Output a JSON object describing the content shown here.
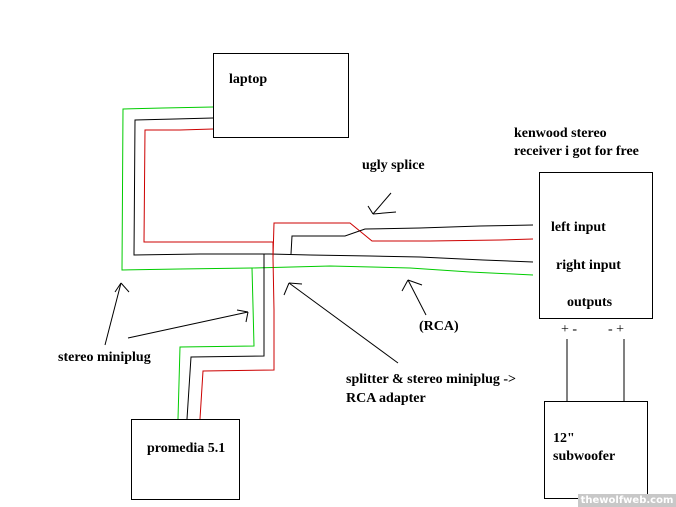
{
  "title": "Laptop, Promedia 5.1 and Kenwood receiver wiring diagram",
  "colors": {
    "wire_green": "#00cc00",
    "wire_black": "#000000",
    "wire_red": "#cc0000",
    "background": "#ffffff"
  },
  "devices": {
    "laptop": {
      "label": "laptop"
    },
    "receiver": {
      "caption_line1": "kenwood stereo",
      "caption_line2": "receiver i got for free",
      "left_input": "left input",
      "right_input": "right input",
      "outputs": "outputs",
      "terminal_left": "+ -",
      "terminal_right": "- +"
    },
    "promedia": {
      "label": "promedia 5.1"
    },
    "subwoofer": {
      "line1": "12\"",
      "line2": "subwoofer"
    }
  },
  "annotations": {
    "ugly_splice": "ugly splice",
    "rca": "(RCA)",
    "stereo_miniplug": "stereo miniplug",
    "splitter_line1": "splitter & stereo miniplug ->",
    "splitter_line2": "RCA adapter"
  },
  "watermark": "thewolfweb.com"
}
